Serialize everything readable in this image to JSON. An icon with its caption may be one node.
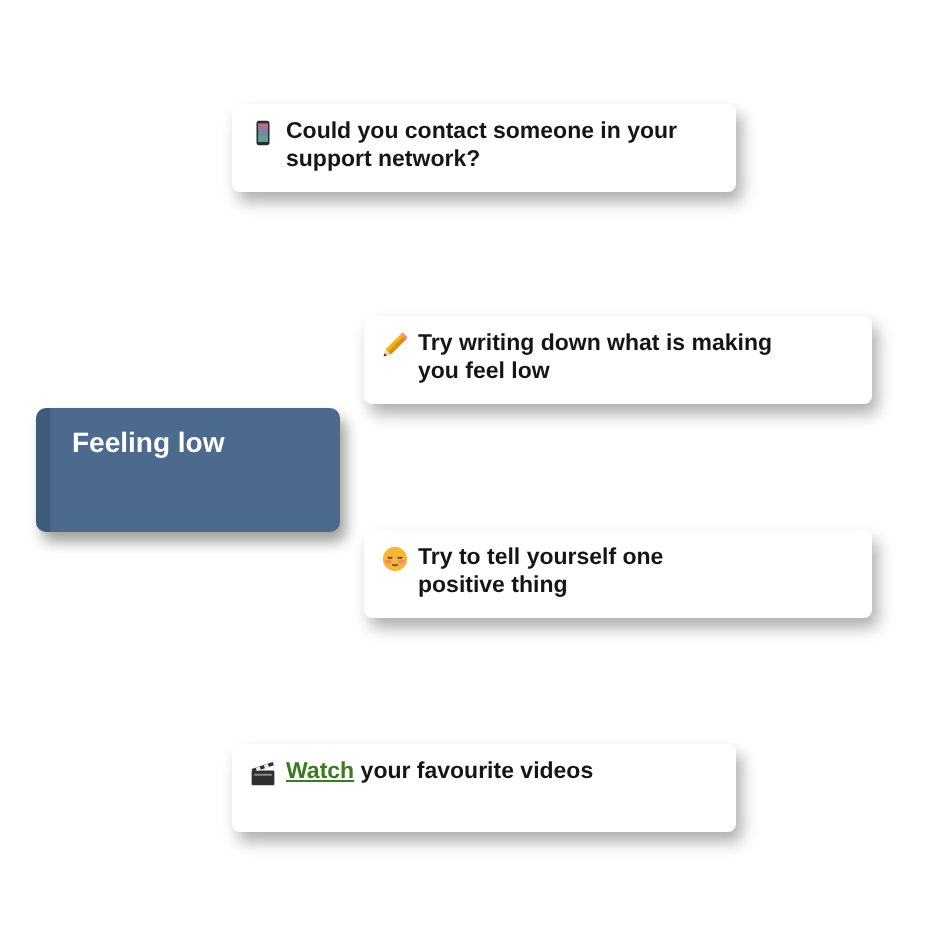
{
  "diagram": {
    "nodes": [
      {
        "text": [
          "Feeling low"
        ]
      },
      {
        "text": [
          "Could you contact someone in your support network?"
        ]
      },
      {
        "text": [
          "Try writing down what is making you feel low"
        ]
      },
      {
        "text": [
          "Try to tell yourself one positive thing"
        ]
      },
      {
        "text": [
          "Watch",
          "your favourite videos"
        ]
      }
    ]
  }
}
